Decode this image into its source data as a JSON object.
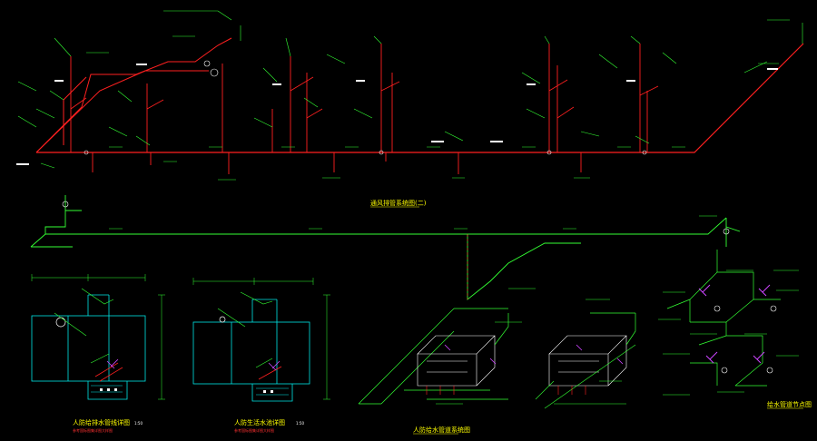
{
  "drawing": {
    "colors": {
      "background": "#000000",
      "drain_pipe": "#ff2020",
      "water_pipe": "#33ff33",
      "leader": "#ffffff",
      "equipment": "#00e5e5",
      "valve": "#cc44ff",
      "title": "#ffff00",
      "subtitle": "#ff3030"
    },
    "titles": {
      "drain_system": "通风排管系统图(二)",
      "room_a": "人防给排水管线详图",
      "room_b": "人防生活水池详图",
      "supply_system": "人防给水管道系统图",
      "valve_detail": "给水管道节点图"
    },
    "subtitles": {
      "room_a": "参考国标图集详图大样图",
      "room_b": "参考国标图集详图大样图"
    },
    "scales": {
      "room_a": "1:50",
      "room_b": "1:50"
    }
  }
}
